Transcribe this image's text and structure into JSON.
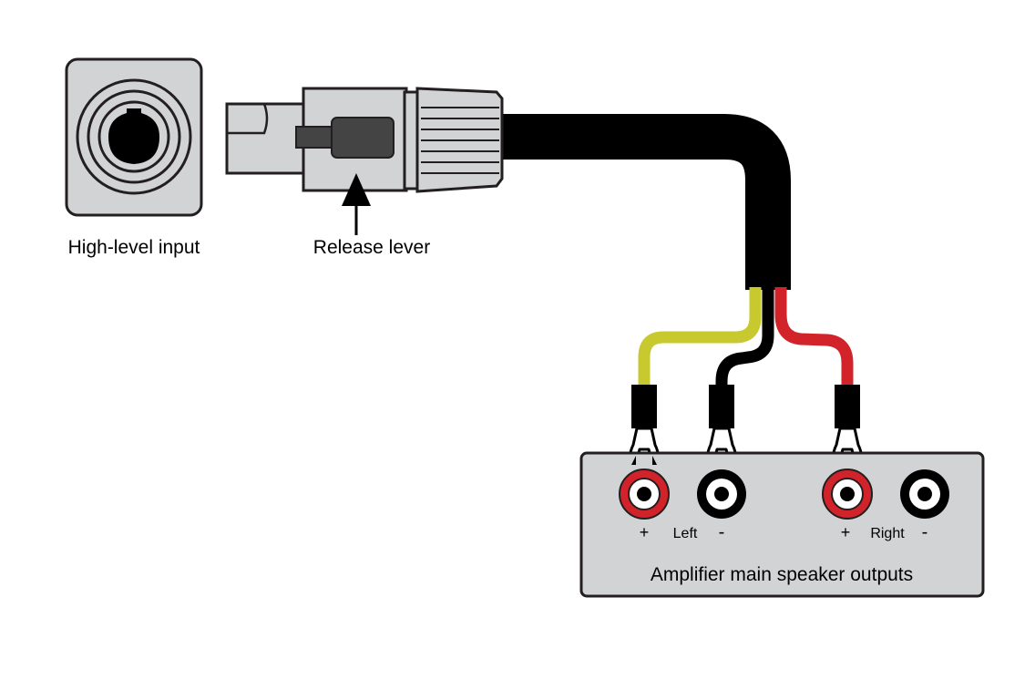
{
  "labels": {
    "input_label": "High-level input",
    "lever_label": "Release lever",
    "panel_title": "Amplifier main speaker outputs",
    "left_channel": "Left",
    "right_channel": "Right",
    "left_plus": "+",
    "left_minus": "-",
    "right_plus": "+",
    "right_minus": "-"
  },
  "colors": {
    "panel_fill": "#d1d3d4",
    "cable": "#000000",
    "wire_yellow": "#c8c92e",
    "wire_black": "#000000",
    "wire_red": "#d2232a",
    "terminal_red": "#d2232a",
    "lever_dark": "#444444"
  },
  "icons": {
    "input_socket": "speakon-socket-icon",
    "connector": "speakon-plug-icon",
    "arrow": "arrow-up-icon",
    "terminals": "binding-post-icon",
    "spade": "spade-lug-icon"
  }
}
